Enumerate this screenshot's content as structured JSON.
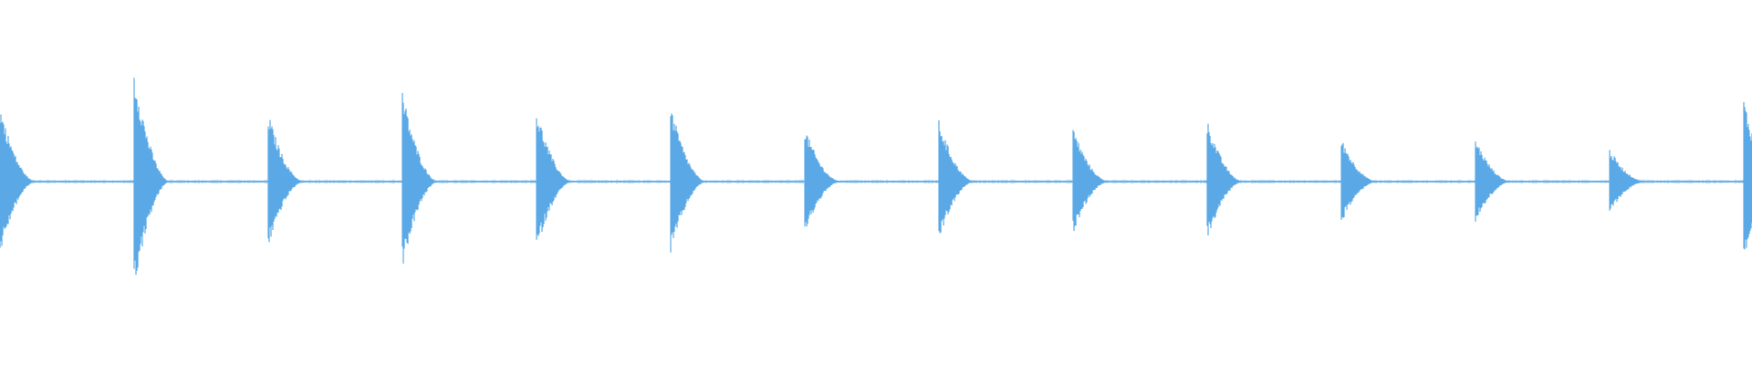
{
  "waveform": {
    "color": "#5aa9e6",
    "background": "#ffffff",
    "baseline_amplitude": 0.012,
    "hits": [
      {
        "index": 0,
        "peak": 0.42,
        "decay": 0.22
      },
      {
        "index": 1,
        "peak": 0.62,
        "decay": 0.2
      },
      {
        "index": 2,
        "peak": 0.38,
        "decay": 0.2
      },
      {
        "index": 3,
        "peak": 0.5,
        "decay": 0.2
      },
      {
        "index": 4,
        "peak": 0.4,
        "decay": 0.2
      },
      {
        "index": 5,
        "peak": 0.42,
        "decay": 0.2
      },
      {
        "index": 6,
        "peak": 0.3,
        "decay": 0.2
      },
      {
        "index": 7,
        "peak": 0.34,
        "decay": 0.2
      },
      {
        "index": 8,
        "peak": 0.3,
        "decay": 0.2
      },
      {
        "index": 9,
        "peak": 0.34,
        "decay": 0.2
      },
      {
        "index": 10,
        "peak": 0.24,
        "decay": 0.2
      },
      {
        "index": 11,
        "peak": 0.24,
        "decay": 0.2
      },
      {
        "index": 12,
        "peak": 0.18,
        "decay": 0.2
      },
      {
        "index": 13,
        "peak": 0.46,
        "decay": 0.2
      }
    ]
  }
}
